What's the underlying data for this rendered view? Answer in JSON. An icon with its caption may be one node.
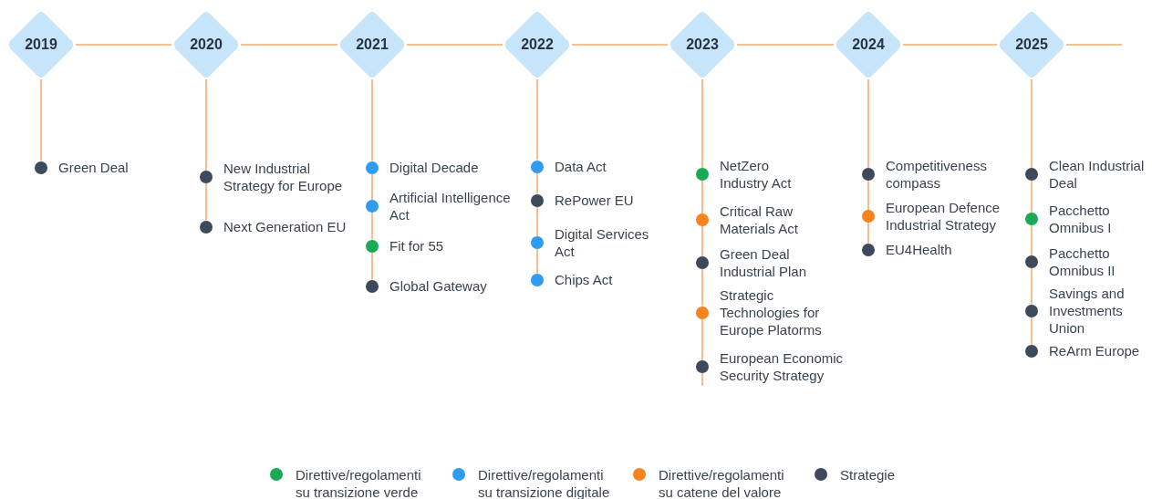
{
  "diagram": {
    "nodes": [
      {
        "text": [
          "2019"
        ]
      },
      {
        "text": [
          "Green Deal"
        ]
      },
      {
        "text": [
          "2020"
        ]
      },
      {
        "text": [
          "New Industrial Strategy for Europe"
        ]
      },
      {
        "text": [
          "Next Generation EU"
        ]
      },
      {
        "text": [
          "2021"
        ]
      },
      {
        "text": [
          "Digital Decade"
        ]
      },
      {
        "text": [
          "Artificial Intelligence Act"
        ]
      },
      {
        "text": [
          "Fit for 55"
        ]
      },
      {
        "text": [
          "Global Gateway"
        ]
      },
      {
        "text": [
          "2022"
        ]
      },
      {
        "text": [
          "Data Act"
        ]
      },
      {
        "text": [
          "RePower EU"
        ]
      },
      {
        "text": [
          "Digital Services Act"
        ]
      },
      {
        "text": [
          "Chips Act"
        ]
      },
      {
        "text": [
          "2023"
        ]
      },
      {
        "text": [
          "NetZero Industry Act"
        ]
      },
      {
        "text": [
          "Critical Raw Materials Act"
        ]
      },
      {
        "text": [
          "Green Deal Industrial Plan"
        ]
      },
      {
        "text": [
          "Strategic Technologies for Europe Platorms"
        ]
      },
      {
        "text": [
          "European Economic Security Strategy"
        ]
      },
      {
        "text": [
          "2024"
        ]
      },
      {
        "text": [
          "Competitiveness compass"
        ]
      },
      {
        "text": [
          "European Defence Industrial Strategy"
        ]
      },
      {
        "text": [
          "EU4Health"
        ]
      },
      {
        "text": [
          "2025"
        ]
      },
      {
        "text": [
          "Clean Industrial Deal"
        ]
      },
      {
        "text": [
          "Pacchetto Omnibus I"
        ]
      },
      {
        "text": [
          "Pacchetto Omnibus II"
        ]
      },
      {
        "text": [
          "Savings and Investments Union"
        ]
      },
      {
        "text": [
          "ReArm Europe"
        ]
      }
    ],
    "edges": [
      {
        "from": 0,
        "to": 2,
        "arrow": "none"
      },
      {
        "from": 2,
        "to": 5,
        "arrow": "none"
      },
      {
        "from": 5,
        "to": 10,
        "arrow": "none"
      },
      {
        "from": 10,
        "to": 15,
        "arrow": "none"
      },
      {
        "from": 15,
        "to": 21,
        "arrow": "none"
      },
      {
        "from": 21,
        "to": 25,
        "arrow": "none"
      },
      {
        "from": 25,
        "to": null,
        "arrow": "none"
      },
      {
        "from": 0,
        "to": 1,
        "arrow": "none"
      },
      {
        "from": 2,
        "to": 3,
        "arrow": "none"
      },
      {
        "from": 3,
        "to": 4,
        "arrow": "none"
      },
      {
        "from": 5,
        "to": 6,
        "arrow": "none"
      },
      {
        "from": 6,
        "to": 7,
        "arrow": "none"
      },
      {
        "from": 7,
        "to": 8,
        "arrow": "none"
      },
      {
        "from": 8,
        "to": 9,
        "arrow": "none"
      },
      {
        "from": 10,
        "to": 11,
        "arrow": "none"
      },
      {
        "from": 11,
        "to": 12,
        "arrow": "none"
      },
      {
        "from": 12,
        "to": 13,
        "arrow": "none"
      },
      {
        "from": 13,
        "to": 14,
        "arrow": "none"
      },
      {
        "from": 15,
        "to": 16,
        "arrow": "none"
      },
      {
        "from": 16,
        "to": 17,
        "arrow": "none"
      },
      {
        "from": 17,
        "to": 18,
        "arrow": "none"
      },
      {
        "from": 18,
        "to": 19,
        "arrow": "none"
      },
      {
        "from": 19,
        "to": 20,
        "arrow": "none"
      },
      {
        "from": 20,
        "to": null,
        "arrow": "none"
      },
      {
        "from": 21,
        "to": 22,
        "arrow": "none"
      },
      {
        "from": 22,
        "to": 23,
        "arrow": "none"
      },
      {
        "from": 23,
        "to": 24,
        "arrow": "none"
      },
      {
        "from": 25,
        "to": 26,
        "arrow": "none"
      },
      {
        "from": 26,
        "to": 27,
        "arrow": "none"
      },
      {
        "from": 27,
        "to": 28,
        "arrow": "none"
      },
      {
        "from": 28,
        "to": 29,
        "arrow": "none"
      },
      {
        "from": 29,
        "to": 30,
        "arrow": "none"
      }
    ],
    "legend": [
      {
        "text": "Direttive/regolamenti su transizione verde",
        "color": "#1aaa55"
      },
      {
        "text": "Direttive/regolamenti su transizione digitale",
        "color": "#2f9cf0"
      },
      {
        "text": "Direttive/regolamenti su catene del valore",
        "color": "#f5841f"
      },
      {
        "text": "Strategie",
        "color": "#3d4a5c"
      }
    ]
  }
}
